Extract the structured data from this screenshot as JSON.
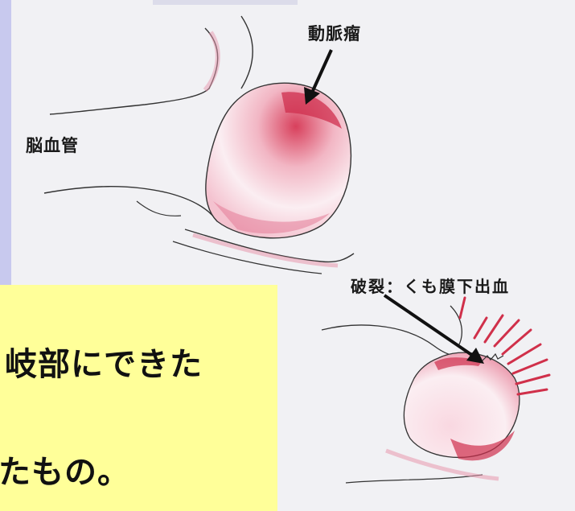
{
  "labels": {
    "aneurysm": "動脈瘤",
    "vessel": "脳血管",
    "rupture": "破裂：くも膜下出血"
  },
  "caption": {
    "line1": "岐部にできた",
    "line2": "たもの。"
  },
  "colors": {
    "slide_background": "#c8c9ee",
    "illustration_background": "#f1f1f4",
    "caption_background": "#ffff99",
    "vessel_pink": "#e07a9a",
    "aneurysm_red": "#d0304a"
  }
}
